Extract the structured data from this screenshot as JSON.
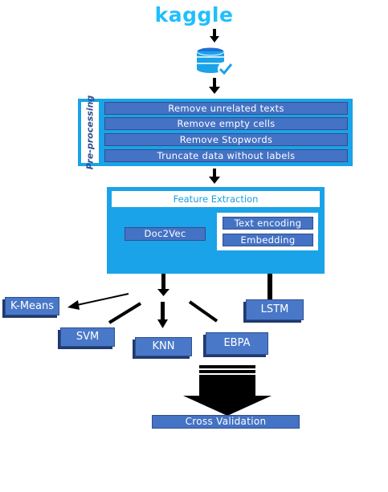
{
  "source": {
    "logo_text": "kaggle"
  },
  "preprocessing": {
    "label": "Pre-processing",
    "steps": [
      "Remove unrelated texts",
      "Remove empty cells",
      "Remove Stopwords",
      "Truncate data without labels"
    ]
  },
  "feature_extraction": {
    "title": "Feature Extraction",
    "doc2vec": "Doc2Vec",
    "text_encoding": "Text encoding",
    "embedding": "Embedding"
  },
  "models": {
    "kmeans": "K-Means",
    "svm": "SVM",
    "knn": "KNN",
    "ebpa": "EBPA",
    "lstm": "LSTM"
  },
  "validation": {
    "label": "Cross Validation"
  },
  "colors": {
    "accent": "#1aa3e8",
    "box": "#4472c4",
    "kaggle": "#20BEFF",
    "arrow": "#000000"
  },
  "icons": {
    "database": "database-check-icon"
  }
}
